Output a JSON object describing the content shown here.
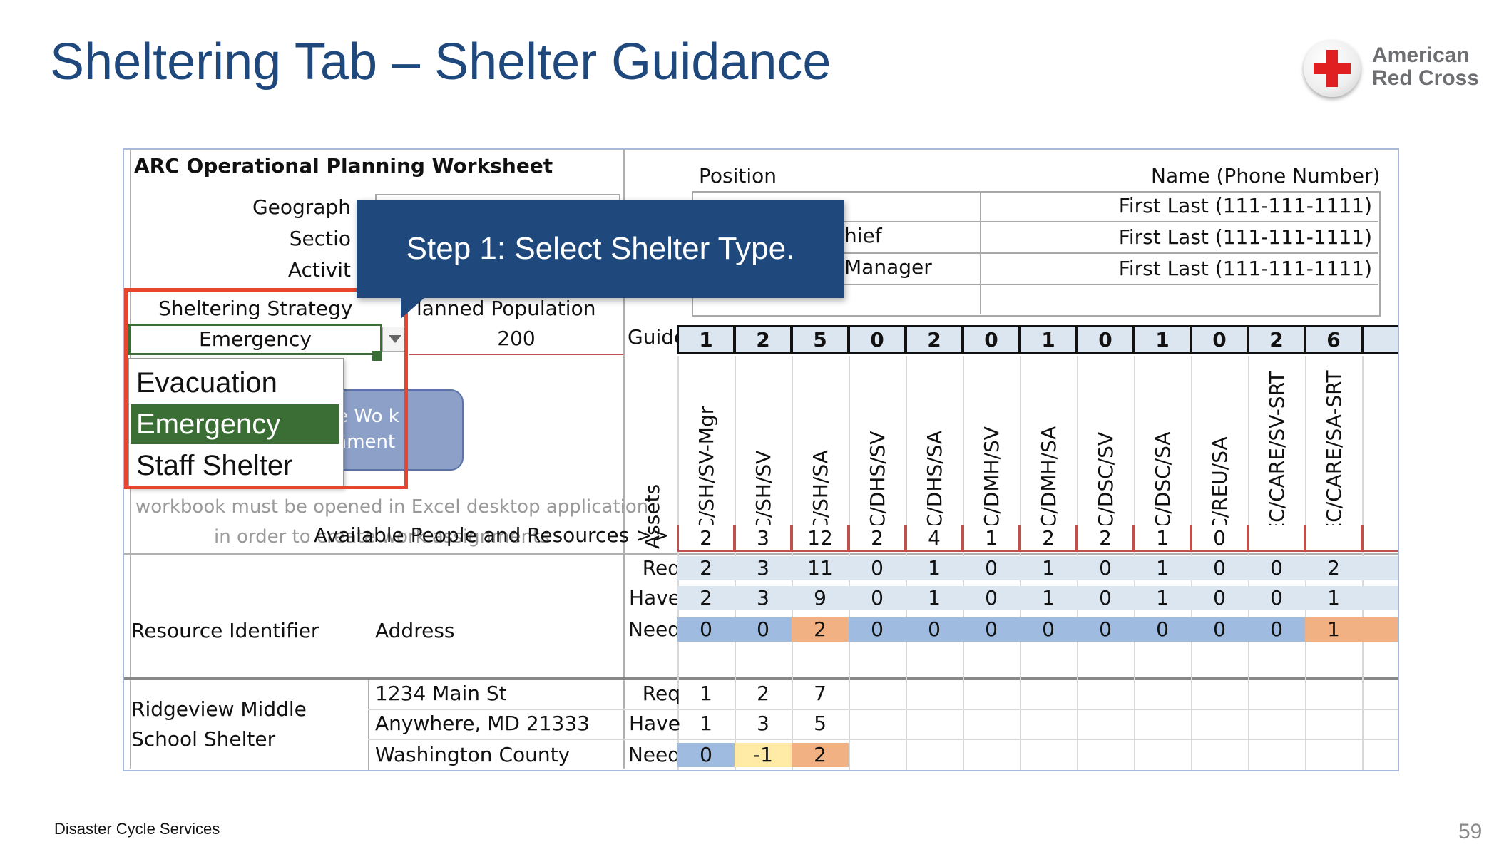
{
  "slide": {
    "title": "Sheltering Tab – Shelter Guidance",
    "logo": {
      "line1": "American",
      "line2": "Red Cross"
    },
    "footer_left": "Disaster Cycle Services",
    "page_number": "59"
  },
  "callout": {
    "text": "Step 1: Select Shelter Type."
  },
  "worksheet": {
    "title": "ARC Operational Planning Worksheet",
    "labels": {
      "geography": "Geograph",
      "section": "Sectio",
      "activity": "Activit",
      "sheltering_strategy": "Sheltering Strategy",
      "planned_population": "lanned Population",
      "position": "Position",
      "name_phone": "Name (Phone Number)",
      "guide": "Guide",
      "assets": "Assets",
      "available": "Available People and Resources >>",
      "resource_identifier": "Resource Identifier",
      "address": "Address",
      "req": "Req",
      "have": "Have",
      "need": "Need"
    },
    "sheltering_strategy_value": "Emergency",
    "planned_population_value": "200",
    "dropdown_options": [
      "Evacuation",
      "Emergency",
      "Staff Shelter"
    ],
    "dropdown_selected": "Emergency",
    "create_button": {
      "line1": "ate Wo k",
      "line2": "ignment"
    },
    "note": {
      "line1": "workbook must be opened in Excel desktop application",
      "line2": "in order to create work assignments"
    },
    "positions": [
      {
        "position": "",
        "name": "First Last (111-111-1111)"
      },
      {
        "position": "hief",
        "name": "First Last (111-111-1111)"
      },
      {
        "position": "Manager",
        "name": "First Last (111-111-1111)"
      },
      {
        "position": "",
        "name": ""
      }
    ],
    "columns": [
      "MC/SH/SV-Mgr",
      "MC/SH/SV",
      "MC/SH/SA",
      "IDC/DHS/SV",
      "IDC/DHS/SA",
      "IDC/DMH/SV",
      "IDC/DMH/SA",
      "IDC/DSC/SV",
      "IDC/DSC/SA",
      "MC/REU/SA",
      "REC/CARE/SV-SRT",
      "REC/CARE/SA-SRT"
    ],
    "guide": [
      "1",
      "2",
      "5",
      "0",
      "2",
      "0",
      "1",
      "0",
      "1",
      "0",
      "2",
      "6"
    ],
    "available": [
      "2",
      "3",
      "12",
      "2",
      "4",
      "1",
      "2",
      "2",
      "1",
      "0",
      "",
      ""
    ],
    "totals": {
      "req": [
        "2",
        "3",
        "11",
        "0",
        "1",
        "0",
        "1",
        "0",
        "1",
        "0",
        "0",
        "2"
      ],
      "have": [
        "2",
        "3",
        "9",
        "0",
        "1",
        "0",
        "1",
        "0",
        "1",
        "0",
        "0",
        "1"
      ],
      "need": [
        "0",
        "0",
        "2",
        "0",
        "0",
        "0",
        "0",
        "0",
        "0",
        "0",
        "0",
        "1"
      ]
    },
    "shelter": {
      "name_line1": "Ridgeview Middle",
      "name_line2": "School Shelter",
      "address_line1": "1234 Main St",
      "address_line2": "Anywhere, MD 21333",
      "address_line3": "Washington County",
      "req": [
        "1",
        "2",
        "7"
      ],
      "have": [
        "1",
        "3",
        "5"
      ],
      "need": [
        "0",
        "-1",
        "2"
      ]
    },
    "colors": {
      "need_zero": "#9fbbe0",
      "need_positive": "#f2b183",
      "need_negative": "#ffeaa6",
      "light": "#dce6f1"
    }
  }
}
